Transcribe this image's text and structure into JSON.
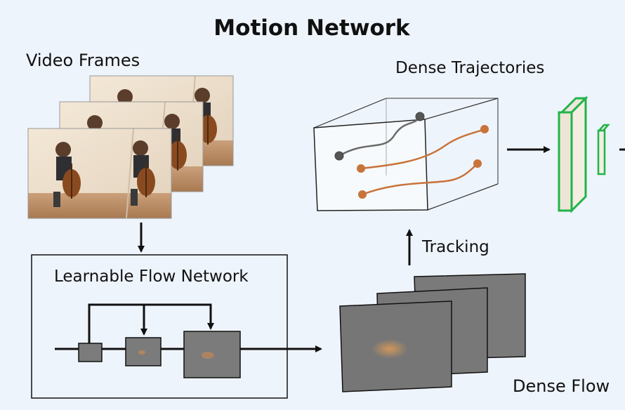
{
  "title": "Motion Network",
  "labels": {
    "video_frames": "Video Frames",
    "learnable_flow_network": "Learnable Flow Network",
    "dense_trajectories": "Dense Trajectories",
    "tracking": "Tracking",
    "dense_flow": "Dense Flow"
  },
  "colors": {
    "background": "#eef4fb",
    "arrow": "#111111",
    "network_layer_fill": "#7b7b7b",
    "flow_frame_fill": "#7a7a7a",
    "trajectory_gray": "#6b6b6b",
    "trajectory_orange": "#c8733a",
    "output_layer_green": "#22b34a"
  }
}
